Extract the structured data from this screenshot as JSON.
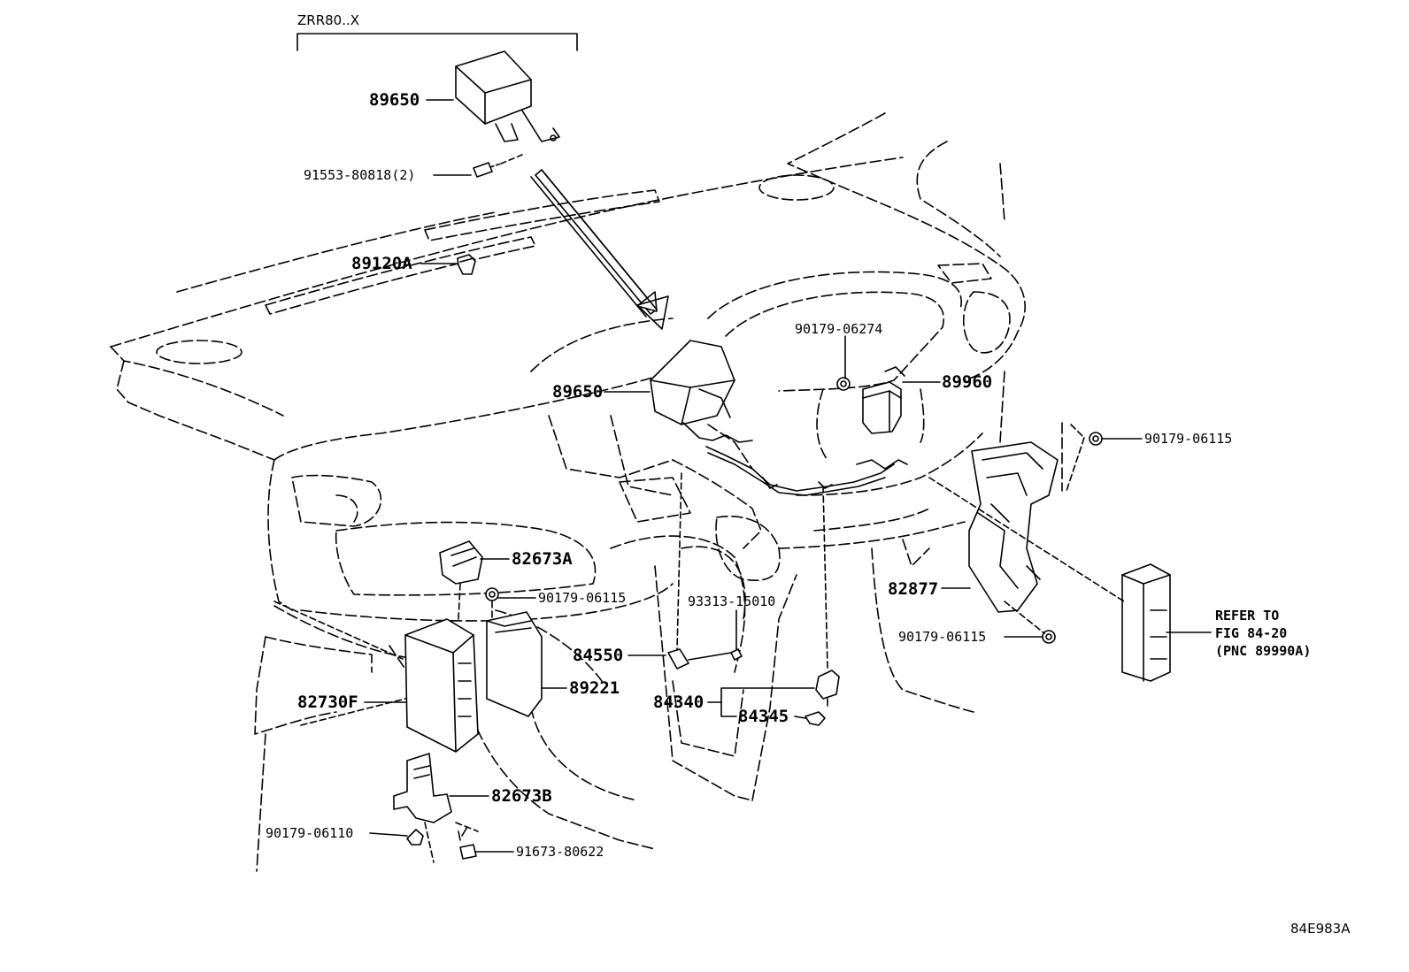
{
  "header": {
    "variant": "ZRR80..X"
  },
  "figure_code": "84E983A",
  "refer_note": {
    "line1": "REFER TO",
    "line2": "FIG 84-20",
    "line3": "(PNC 89990A)"
  },
  "labels": {
    "p89650_top": "89650",
    "p91553": "91553-80818(2)",
    "p89120A": "89120A",
    "p89650_main": "89650",
    "p90179_06274": "90179-06274",
    "p89960": "89960",
    "p90179_06115_right": "90179-06115",
    "p82673A": "82673A",
    "p90179_06115_left": "90179-06115",
    "p93313": "93313-15010",
    "p82877": "82877",
    "p90179_06115_lower": "90179-06115",
    "p84550": "84550",
    "p89221": "89221",
    "p82730F": "82730F",
    "p84340": "84340",
    "p84345": "84345",
    "p82673B": "82673B",
    "p90179_06110": "90179-06110",
    "p91673": "91673-80622"
  }
}
